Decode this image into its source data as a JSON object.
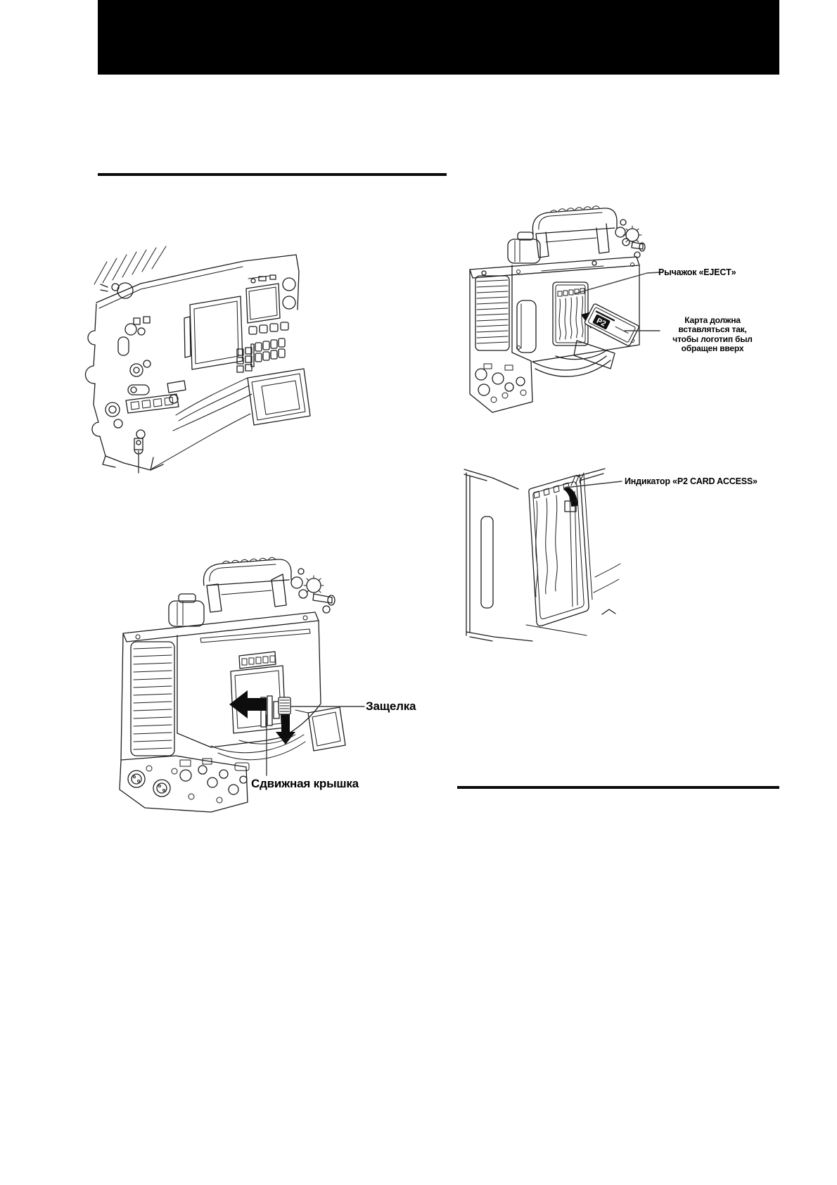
{
  "page": {
    "background": "#ffffff"
  },
  "header": {
    "bar_color": "#000000"
  },
  "colors": {
    "line": "#1c1c1c",
    "text": "#000000",
    "arrow_fill": "#0d0d0d"
  },
  "figure_card_insertion": {
    "label_eject": "Рычажок «EJECT»",
    "label_card_note": "Карта должна\nвставляться так,\nчтобы логотип был\nобращен вверх",
    "card_logo": "P2"
  },
  "figure_access_indicator": {
    "label_access": "Индикатор «P2 CARD ACCESS»"
  },
  "figure_sliding_cover": {
    "label_latch": "Защелка",
    "label_cover": "Сдвижная крышка"
  }
}
